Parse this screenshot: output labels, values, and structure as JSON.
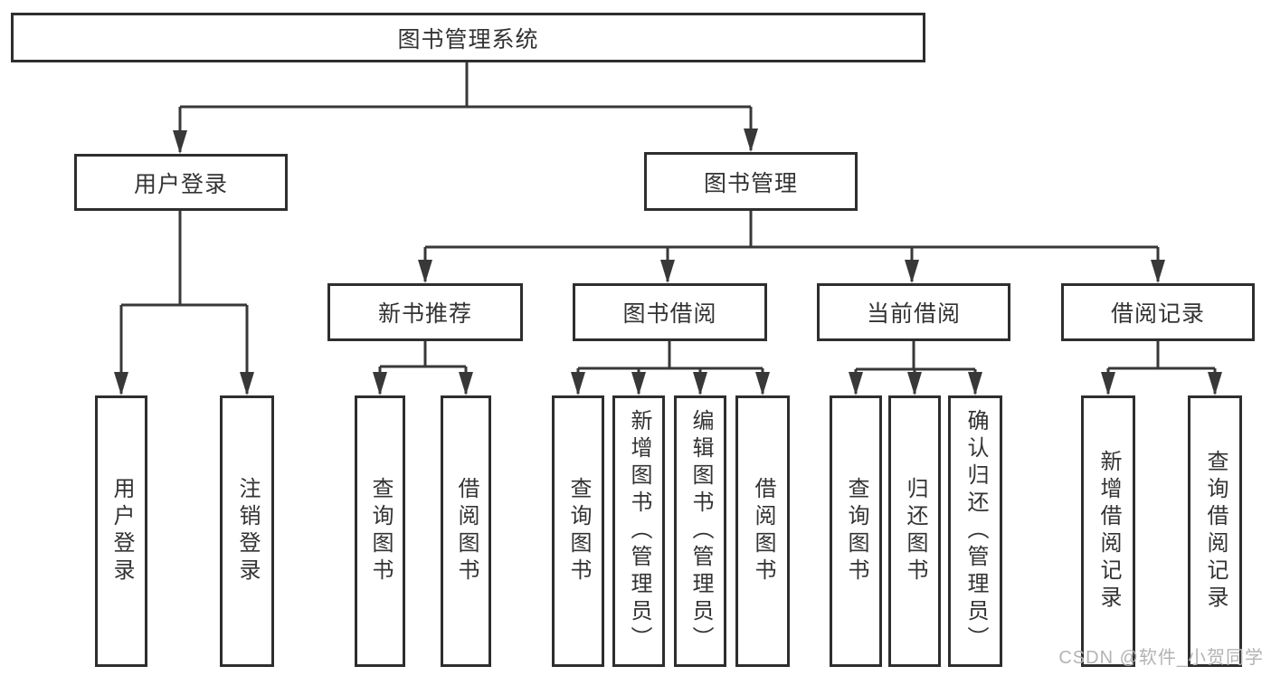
{
  "diagram": {
    "tree": {
      "label": "图书管理系统",
      "children": [
        {
          "label": "用户登录",
          "children": [
            {
              "label": "用户登录"
            },
            {
              "label": "注销登录"
            }
          ]
        },
        {
          "label": "图书管理",
          "children": [
            {
              "label": "新书推荐",
              "children": [
                {
                  "label": "查询图书"
                },
                {
                  "label": "借阅图书"
                }
              ]
            },
            {
              "label": "图书借阅",
              "children": [
                {
                  "label": "查询图书"
                },
                {
                  "label": "新增图书（管理员）"
                },
                {
                  "label": "编辑图书（管理员）"
                },
                {
                  "label": "借阅图书"
                }
              ]
            },
            {
              "label": "当前借阅",
              "children": [
                {
                  "label": "查询图书"
                },
                {
                  "label": "归还图书"
                },
                {
                  "label": "确认归还（管理员）"
                }
              ]
            },
            {
              "label": "借阅记录",
              "children": [
                {
                  "label": "新增借阅记录"
                },
                {
                  "label": "查询借阅记录"
                }
              ]
            }
          ]
        }
      ]
    },
    "colors": {
      "line": "#383838",
      "border": "#2e2e2e",
      "text": "#333333",
      "watermark": "#b3b3b3",
      "background": "#ffffff"
    }
  },
  "watermark": {
    "text": "CSDN @软件_小贺同学"
  }
}
